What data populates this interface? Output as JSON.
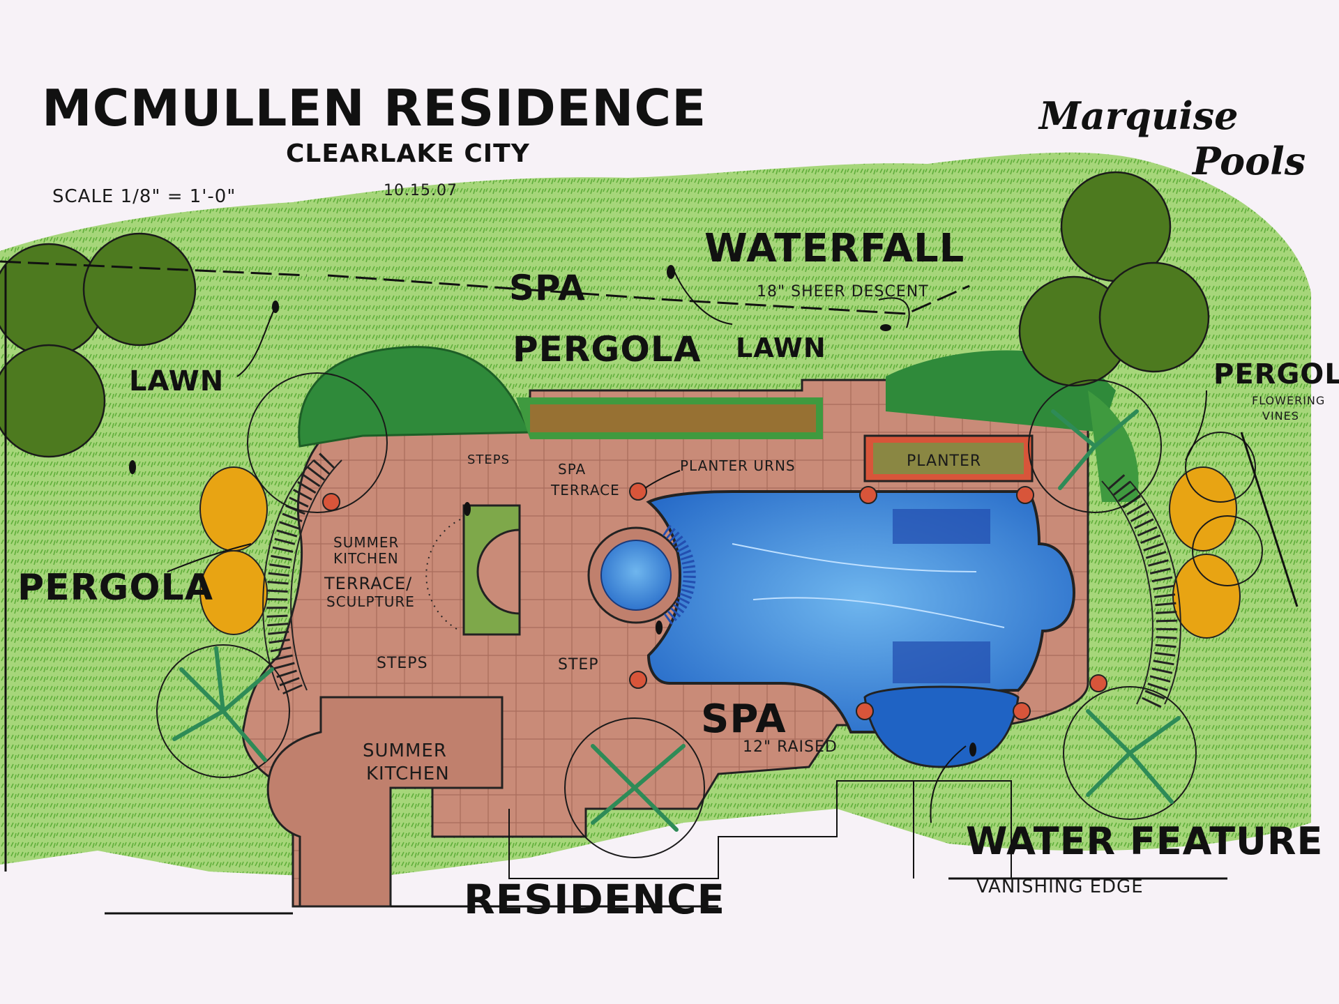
{
  "title": "MCMULLEN RESIDENCE",
  "location": "CLEARLAKE CITY",
  "scale": "SCALE 1/8\" = 1'-0\"",
  "date": "10.15.07",
  "brand": {
    "line1": "Marquise",
    "line2": "Pools"
  },
  "labels": {
    "waterfall": "WATERFALL",
    "sheer_descent": "18\" SHEER DESCENT",
    "spa_top": "SPA",
    "pergola_top": "PERGOLA",
    "lawn_top": "LAWN",
    "lawn_left": "LAWN",
    "pergola_left": "PERGOLA",
    "pergola_right": "PERGOLA",
    "flowering_vines_1": "FLOWERING",
    "flowering_vines_2": "VINES",
    "steps_top": "STEPS",
    "spa_terrace_1": "SPA",
    "spa_terrace_2": "TERRACE",
    "planter_urns": "PLANTER URNS",
    "planter": "PLANTER",
    "summer_kitchen_terrace_1": "SUMMER",
    "summer_kitchen_terrace_2": "KITCHEN",
    "summer_kitchen_terrace_3": "TERRACE/",
    "summer_kitchen_terrace_4": "SCULPTURE",
    "steps_bottom": "STEPS",
    "step": "STEP",
    "spa_raised": "SPA",
    "spa_raised_note": "12\" RAISED",
    "summer_kitchen_1": "SUMMER",
    "summer_kitchen_2": "KITCHEN",
    "residence": "RESIDENCE",
    "water_feature": "WATER FEATURE",
    "vanishing_edge": "VANISHING EDGE"
  },
  "colors": {
    "paper": "#f7f2f7",
    "lawn": "#8ec85f",
    "tree": "#4d7a1f",
    "shrub": "#2f8a3a",
    "paving": "#c98b78",
    "pool": "#2f7fd6",
    "pool_light": "#5aa9ea",
    "flowers": "#e0502a",
    "yellow_shrub": "#e8a413"
  }
}
